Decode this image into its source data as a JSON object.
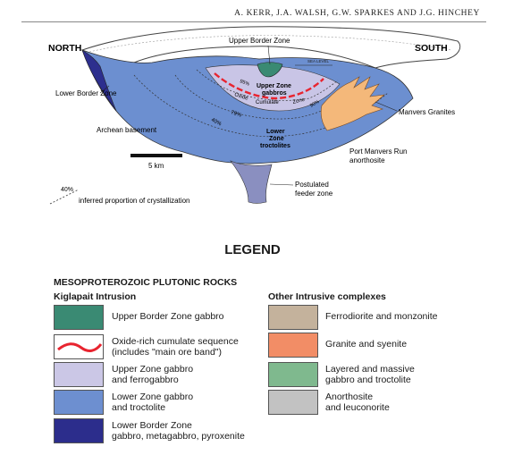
{
  "header": "A. KERR, J.A. WALSH, G.W. SPARKES AND J.G. HINCHEY",
  "diagram": {
    "north_label": "NORTH",
    "south_label": "SOUTH",
    "labels": {
      "upper_border_zone": "Upper Border Zone",
      "lower_border_zone": "Lower Border Zone",
      "archean_basement": "Archean basement",
      "manvers_granites": "Manvers Granites",
      "port_manvers": "Port Manvers Run\nanorthosite",
      "feeder_zone": "Postulated\nfeeder zone",
      "upper_zone_gabbros": "Upper Zone\ngabbros",
      "lower_zone_troctolites": "Lower\nZone\ntroctolites",
      "oxide": "Oxide",
      "cumulate": "Cumulate",
      "zone": "Zone",
      "sea_level": "SEA LEVEL",
      "p95": "95%",
      "p90": "90%",
      "p79": "79%",
      "p40": "40%",
      "scale": "5 km",
      "key_percent": "40%",
      "key_text": "inferred proportion of crystallization"
    },
    "colors": {
      "upper_border": "#3a8a73",
      "upper_zone": "#c9c5e6",
      "lower_zone": "#6c8fd0",
      "lower_border": "#2d2f8e",
      "granite": "#f4b87a",
      "feeder": "#8a8fc0",
      "oxide_red": "#e8242f"
    }
  },
  "legend": {
    "title": "LEGEND",
    "section": "MESOPROTEROZOIC PLUTONIC ROCKS",
    "left_title": "Kiglapait Intrusion",
    "right_title": "Other Intrusive complexes",
    "left_items": [
      {
        "label": "Upper Border Zone gabbro",
        "color": "#3a8a73"
      },
      {
        "label": "Oxide-rich cumulate sequence\n(includes \"main ore band\")",
        "color": "#ffffff"
      },
      {
        "label": "Upper Zone gabbro\nand ferrogabbro",
        "color": "#cbc7e6"
      },
      {
        "label": "Lower Zone gabbro\nand troctolite",
        "color": "#6d8fd0"
      },
      {
        "label": "Lower Border Zone\ngabbro, metagabbro, pyroxenite",
        "color": "#2c2d8c"
      }
    ],
    "right_items": [
      {
        "label": "Ferrodiorite and monzonite",
        "color": "#c4b29c"
      },
      {
        "label": "Granite and syenite",
        "color": "#f28d66"
      },
      {
        "label": "Layered and massive\ngabbro and troctolite",
        "color": "#7fb98e"
      },
      {
        "label": "Anorthosite\nand leuconorite",
        "color": "#c2c2c2"
      }
    ]
  }
}
